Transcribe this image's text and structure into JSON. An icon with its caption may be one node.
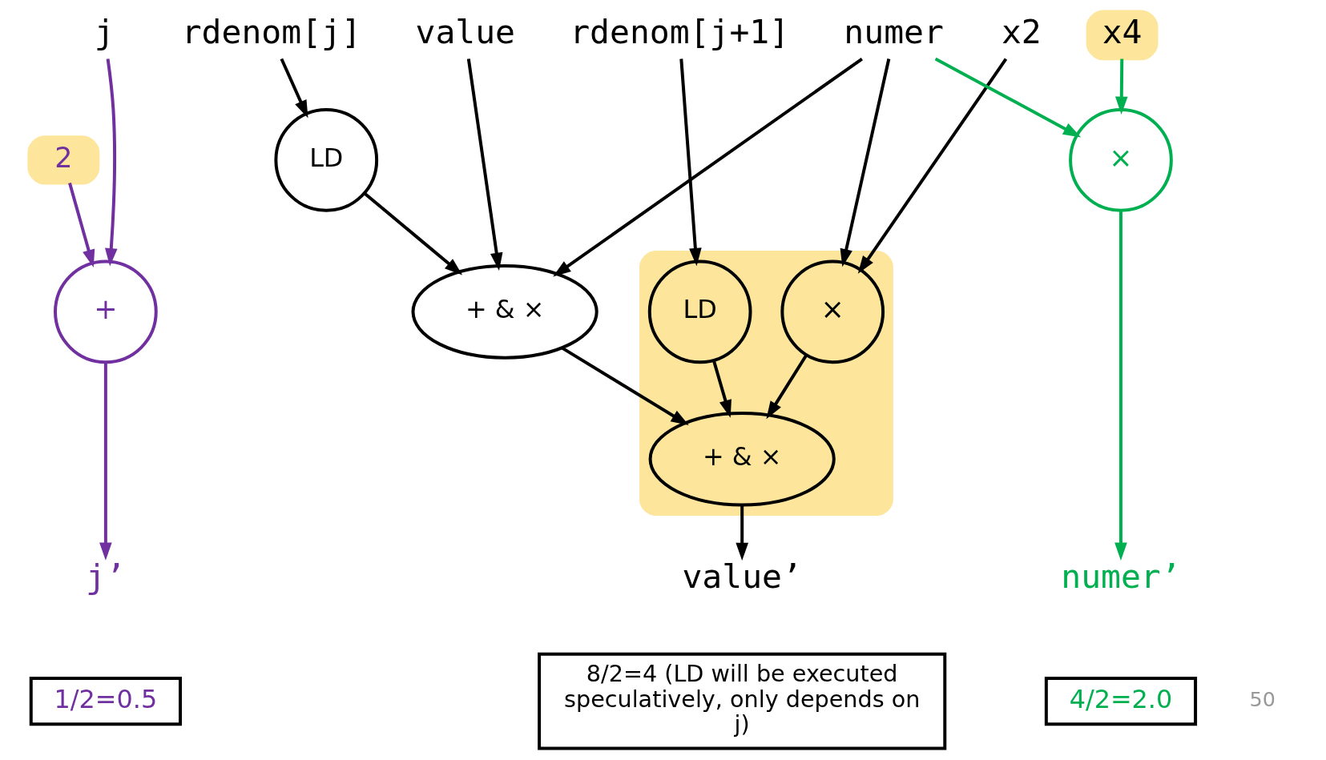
{
  "diagram": {
    "nodes": [
      {
        "text": [
          "j"
        ]
      },
      {
        "text": [
          "value"
        ]
      },
      {
        "text": [
          "rdenom[j]"
        ]
      },
      {
        "text": [
          "rdenom[j+1]"
        ]
      },
      {
        "text": [
          "x2"
        ]
      },
      {
        "text": [
          "numer"
        ]
      },
      {
        "text": [
          "x4"
        ]
      },
      {
        "text": [
          "2"
        ]
      },
      {
        "text": [
          "+"
        ]
      },
      {
        "text": [
          "LD"
        ]
      },
      {
        "text": [
          "+ & ×"
        ]
      },
      {
        "text": [],
        "shape": "box"
      },
      {
        "text": [
          "LD"
        ],
        "in": 11
      },
      {
        "text": [
          "×"
        ],
        "in": 11
      },
      {
        "text": [
          "+ & ×"
        ],
        "in": 11
      },
      {
        "text": [
          "×"
        ]
      },
      {
        "text": [
          "j’"
        ]
      },
      {
        "text": [
          "value’"
        ]
      },
      {
        "text": [
          "numer’"
        ]
      },
      {
        "text": [
          "1/2=0.5"
        ]
      },
      {
        "text": [
          "8/2=4 (LD will be executed speculatively, only depends on j)"
        ]
      },
      {
        "text": [
          "4/2=2.0"
        ]
      }
    ],
    "edges": [
      {
        "from": 0,
        "to": 8,
        "arrow": "to",
        "color": "#7030a0"
      },
      {
        "from": 7,
        "to": 8,
        "arrow": "to",
        "color": "#7030a0"
      },
      {
        "from": 8,
        "to": 16,
        "arrow": "to",
        "color": "#7030a0"
      },
      {
        "from": 1,
        "to": 10,
        "arrow": "to"
      },
      {
        "from": 2,
        "to": 9,
        "arrow": "to"
      },
      {
        "from": 9,
        "to": 10,
        "arrow": "to"
      },
      {
        "from": 5,
        "to": 10,
        "arrow": "to"
      },
      {
        "from": 3,
        "to": 12,
        "arrow": "to"
      },
      {
        "from": 4,
        "to": 13,
        "arrow": "to"
      },
      {
        "from": 5,
        "to": 13,
        "arrow": "to"
      },
      {
        "from": 12,
        "to": 14,
        "arrow": "to"
      },
      {
        "from": 13,
        "to": 14,
        "arrow": "to"
      },
      {
        "from": 10,
        "to": 14,
        "arrow": "to"
      },
      {
        "from": 14,
        "to": 17,
        "arrow": "to"
      },
      {
        "from": 5,
        "to": 15,
        "arrow": "to",
        "color": "#00b050"
      },
      {
        "from": 6,
        "to": 15,
        "arrow": "to",
        "color": "#00b050"
      },
      {
        "from": 15,
        "to": 18,
        "arrow": "to",
        "color": "#00b050"
      }
    ],
    "labels": [
      "50"
    ]
  }
}
